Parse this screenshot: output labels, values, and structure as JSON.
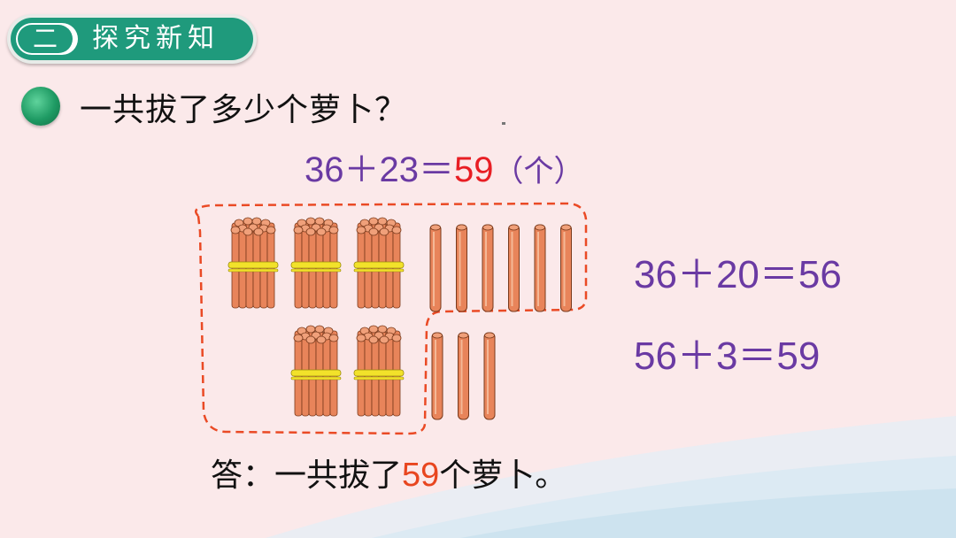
{
  "header": {
    "section_number": "二",
    "section_title": "探究新知"
  },
  "question": {
    "text": "一共拔了多少个萝卜？"
  },
  "main_equation": {
    "addend1": "36",
    "plus": "＋",
    "addend2": "23",
    "equals": "＝",
    "result": "59",
    "unit": "（个）"
  },
  "step_equations": [
    {
      "text": "36＋20＝56"
    },
    {
      "text": "56＋3＝59"
    }
  ],
  "figure": {
    "first_row_bundles": 3,
    "first_row_singles": 6,
    "second_row_bundles": 2,
    "second_row_singles": 3,
    "stick_color": "#e8845a",
    "band_color": "#f2e22a",
    "outline_color": "#ea4a25"
  },
  "answer": {
    "prefix": "答：一共拔了",
    "number": "59",
    "suffix": "个萝卜。"
  },
  "colors": {
    "accent_green": "#1f9a7c",
    "equation_purple": "#6a3aa3",
    "highlight_red": "#e81e24"
  }
}
